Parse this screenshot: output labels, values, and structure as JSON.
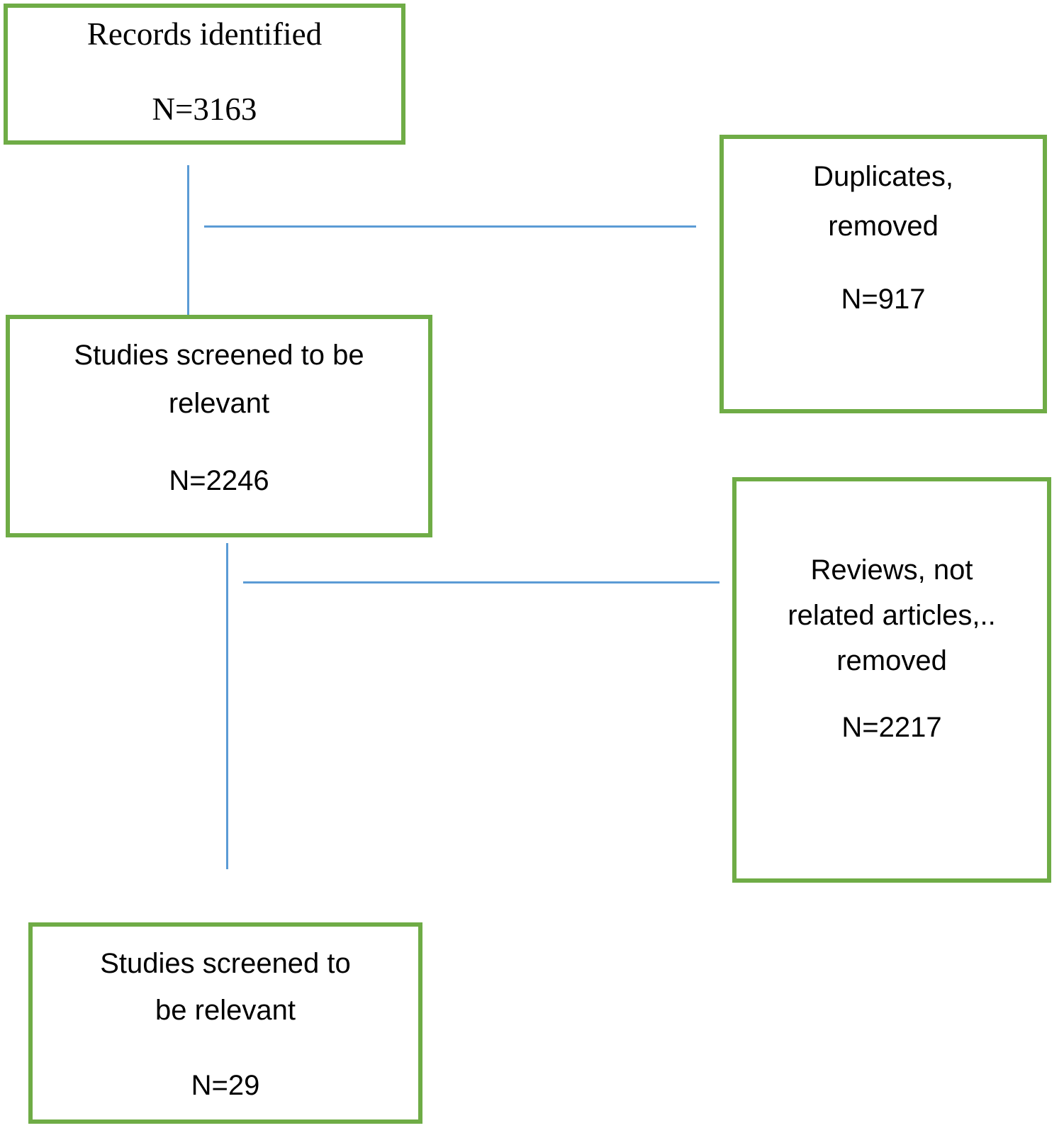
{
  "diagram": {
    "type": "flowchart",
    "description": "Study selection flow diagram",
    "colors": {
      "box_border": "#6FAC46",
      "connector": "#5B9BD5",
      "text": "#000000",
      "background": "#FFFFFF"
    },
    "boxes": [
      {
        "id": "records-identified",
        "lines": [
          "Records identified"
        ],
        "count": "N=3163"
      },
      {
        "id": "duplicates-removed",
        "lines": [
          "Duplicates,",
          "removed"
        ],
        "count": "N=917"
      },
      {
        "id": "studies-screened",
        "lines": [
          "Studies screened to be",
          "relevant"
        ],
        "count": "N=2246"
      },
      {
        "id": "reviews-removed",
        "lines": [
          "Reviews, not",
          "related articles,..",
          "removed"
        ],
        "count": "N=2217"
      },
      {
        "id": "studies-relevant",
        "lines": [
          "Studies screened to",
          "be relevant"
        ],
        "count": "N=29"
      }
    ]
  }
}
